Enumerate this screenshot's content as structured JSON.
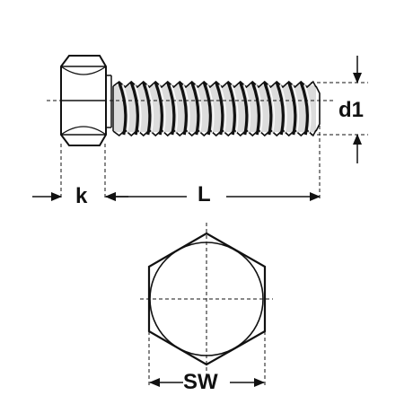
{
  "labels": {
    "head_height": "k",
    "length": "L",
    "thread_diameter": "d1",
    "width_across_flats": "SW"
  },
  "colors": {
    "line": "#111111",
    "background": "#ffffff",
    "thread_shade": "#9a9a9a"
  }
}
